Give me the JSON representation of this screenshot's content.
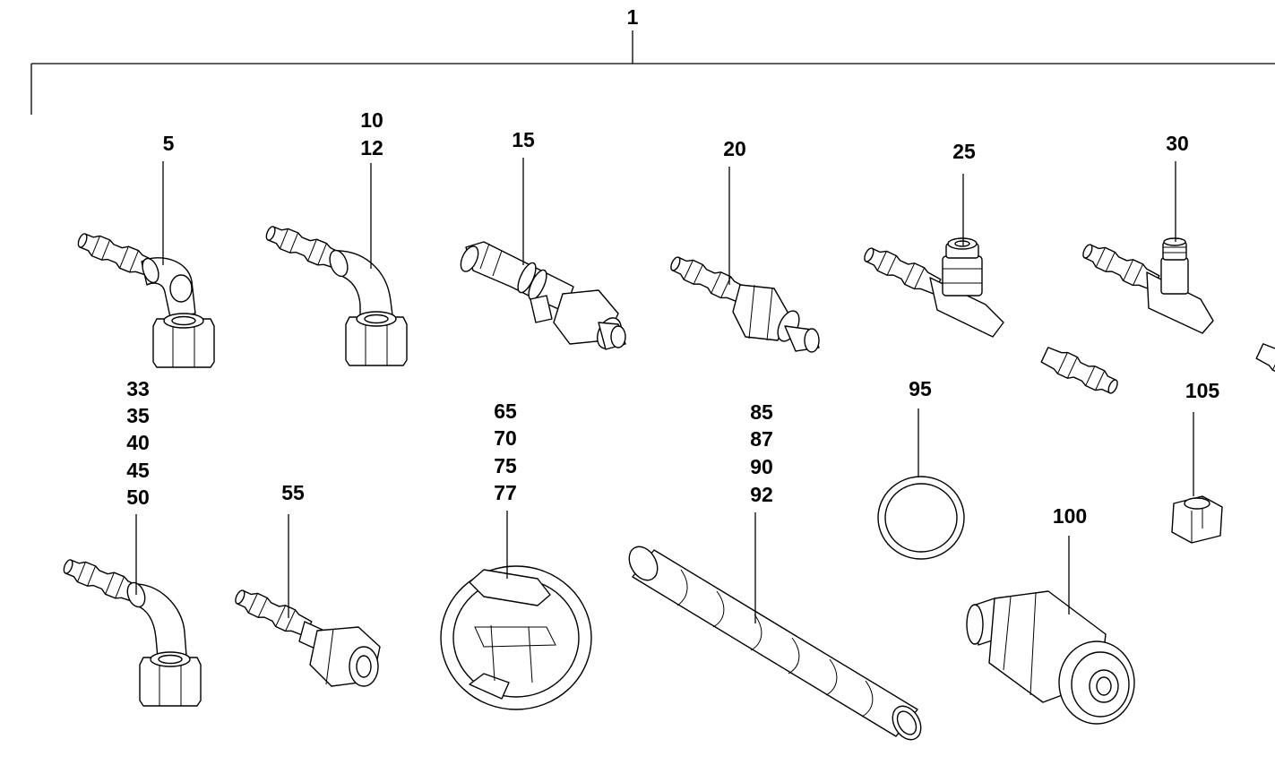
{
  "diagram": {
    "assembly_label": "1",
    "callouts": [
      {
        "id": "c5",
        "lines": [
          "5"
        ]
      },
      {
        "id": "c10",
        "lines": [
          "10",
          "12"
        ]
      },
      {
        "id": "c15",
        "lines": [
          "15"
        ]
      },
      {
        "id": "c20",
        "lines": [
          "20"
        ]
      },
      {
        "id": "c25",
        "lines": [
          "25"
        ]
      },
      {
        "id": "c30",
        "lines": [
          "30"
        ]
      },
      {
        "id": "c33",
        "lines": [
          "33",
          "35",
          "40",
          "45",
          "50"
        ]
      },
      {
        "id": "c55",
        "lines": [
          "55"
        ]
      },
      {
        "id": "c65",
        "lines": [
          "65",
          "70",
          "75",
          "77"
        ]
      },
      {
        "id": "c85",
        "lines": [
          "85",
          "87",
          "90",
          "92"
        ]
      },
      {
        "id": "c95",
        "lines": [
          "95"
        ]
      },
      {
        "id": "c100",
        "lines": [
          "100"
        ]
      },
      {
        "id": "c105",
        "lines": [
          "105"
        ]
      }
    ]
  }
}
